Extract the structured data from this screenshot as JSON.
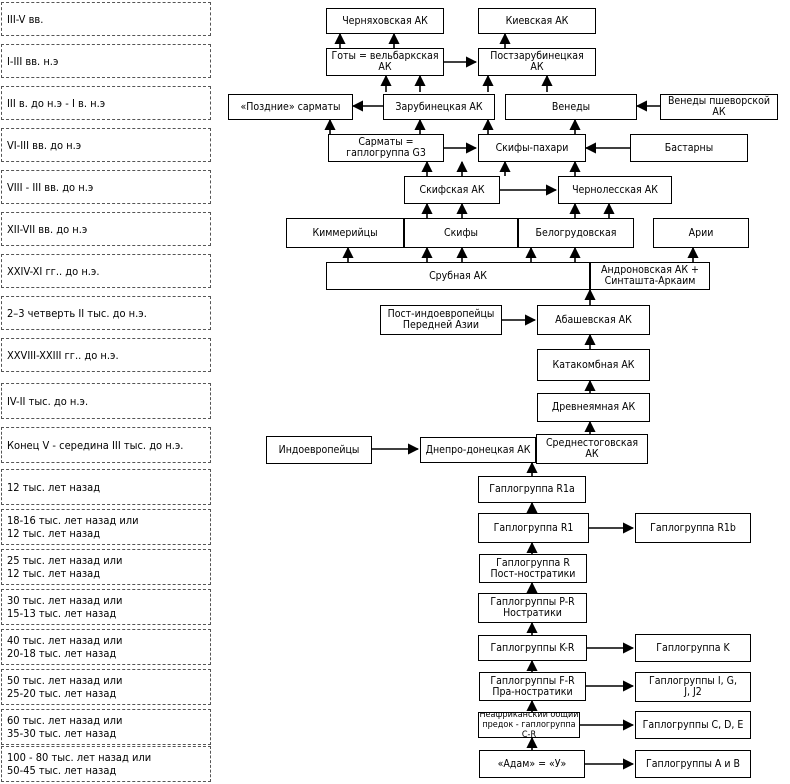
{
  "timeline": [
    "III-V вв.",
    "I-III вв. н.э",
    "III в. до н.э - I в. н.э",
    "VI-III вв. до н.э",
    "VIII - III вв. до н.э",
    "XII-VII вв. до н.э",
    "XXIV-XI гг.. до н.э.",
    "2–3 четверть II тыс. до н.э.",
    "XXVIII-XXIII гг.. до н.э.",
    "IV-II тыс. до н.э.",
    "Конец V - середина III тыс. до н.э.",
    "12 тыс. лет назад",
    "18-16 тыс. лет назад или\n12 тыс. лет назад",
    "25 тыс. лет назад или\n12 тыс. лет назад",
    "30 тыс. лет назад или\n15-13 тыс. лет назад",
    "40 тыс. лет назад или\n20-18 тыс. лет назад",
    "50 тыс. лет назад или\n25-20 тыс. лет назад",
    "60 тыс. лет назад или\n35-30 тыс. лет назад",
    "100 - 80 тыс. лет назад или\n50-45 тыс. лет назад"
  ],
  "nodes": {
    "chernyakhov": "Черняховская АК",
    "kiev": "Киевская АК",
    "goths": "Готы = вельбаркская\nАК",
    "postzarub": "Постзарубинецкая\nАК",
    "late_sarmat": "«Поздние» сарматы",
    "zarub": "Зарубинецкая АК",
    "venedy": "Венеды",
    "venedy_psh": "Венеды пшеворской\nАК",
    "sarmaty": "Сарматы =\nгаплогруппа G3",
    "skify_pakh": "Скифы-пахари",
    "bastarny": "Бастарны",
    "skif_ak": "Скифская АК",
    "chernoles": "Чернолесская АК",
    "kimmer": "Киммерийцы",
    "skify": "Скифы",
    "belogrud": "Белогрудовская",
    "arii": "Арии",
    "srub": "Срубная АК",
    "andron": "Андроновская АК +\nСинташта-Аркаим",
    "post_ie": "Пост-индоевропейцы\nПередней Азии",
    "abash": "Абашевская АК",
    "katak": "Катакомбная АК",
    "drevn": "Древнеямная АК",
    "indoeur": "Индоевропейцы",
    "dnepr": "Днепро-донецкая АК",
    "sredn": "Среднестоговская\nАК",
    "r1a": "Гаплогруппа R1a",
    "r1": "Гаплогруппа R1",
    "r1b": "Гаплогруппа R1b",
    "r": "Гаплогруппа R\nПост-ностратики",
    "pr": "Гаплогруппы P-R\nНостратики",
    "kr": "Гаплогруппы K-R",
    "k": "Гаплогруппа K",
    "fr": "Гаплогруппы F-R\nПра-ностратики",
    "ij": "Гаплогруппы I, G,\nJ, J2",
    "cr": "Неафриканский общий\nпредок - гаплогруппа C-R",
    "cde": "Гаплогруппы C, D, E",
    "adam": "«Адам» = «У»",
    "ab": "Гаплогруппы A и B"
  }
}
